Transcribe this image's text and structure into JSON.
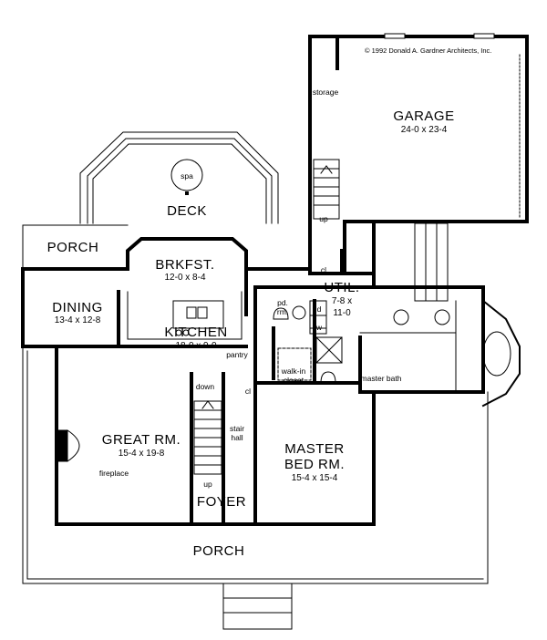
{
  "copyright": "© 1992 Donald A. Gardner Architects, Inc.",
  "rooms": {
    "garage": {
      "name": "GARAGE",
      "dims": "24-0 x 23-4"
    },
    "deck": {
      "name": "DECK"
    },
    "spa": "spa",
    "porch_rear": {
      "name": "PORCH"
    },
    "brkfst": {
      "name": "BRKFST.",
      "dims": "12-0 x 8-4"
    },
    "dining": {
      "name": "DINING",
      "dims": "13-4 x 12-8"
    },
    "kitchen": {
      "name": "KITCHEN",
      "dims": "18-0 x 9-0"
    },
    "util": {
      "name": "UTIL.",
      "dims1": "7-8 x",
      "dims2": "11-0"
    },
    "great_rm": {
      "name": "GREAT RM.",
      "dims": "15-4 x 19-8"
    },
    "master_bed": {
      "name1": "MASTER",
      "name2": "BED RM.",
      "dims": "15-4 x 15-4"
    },
    "foyer": {
      "name": "FOYER"
    },
    "porch_front": {
      "name": "PORCH"
    }
  },
  "small_labels": {
    "storage": "storage",
    "up_garage": "up",
    "cl_util": "cl",
    "pd_rm1": "pd.",
    "pd_rm2": "rm.",
    "dryer": "d",
    "washer": "w",
    "pantry": "pantry",
    "walk_in1": "walk-in",
    "walk_in2": "closet",
    "master_bath": "master bath",
    "cl_hall": "cl",
    "down": "down",
    "stair1": "stair",
    "stair2": "hall",
    "up_foyer": "up",
    "fireplace": "fireplace"
  }
}
